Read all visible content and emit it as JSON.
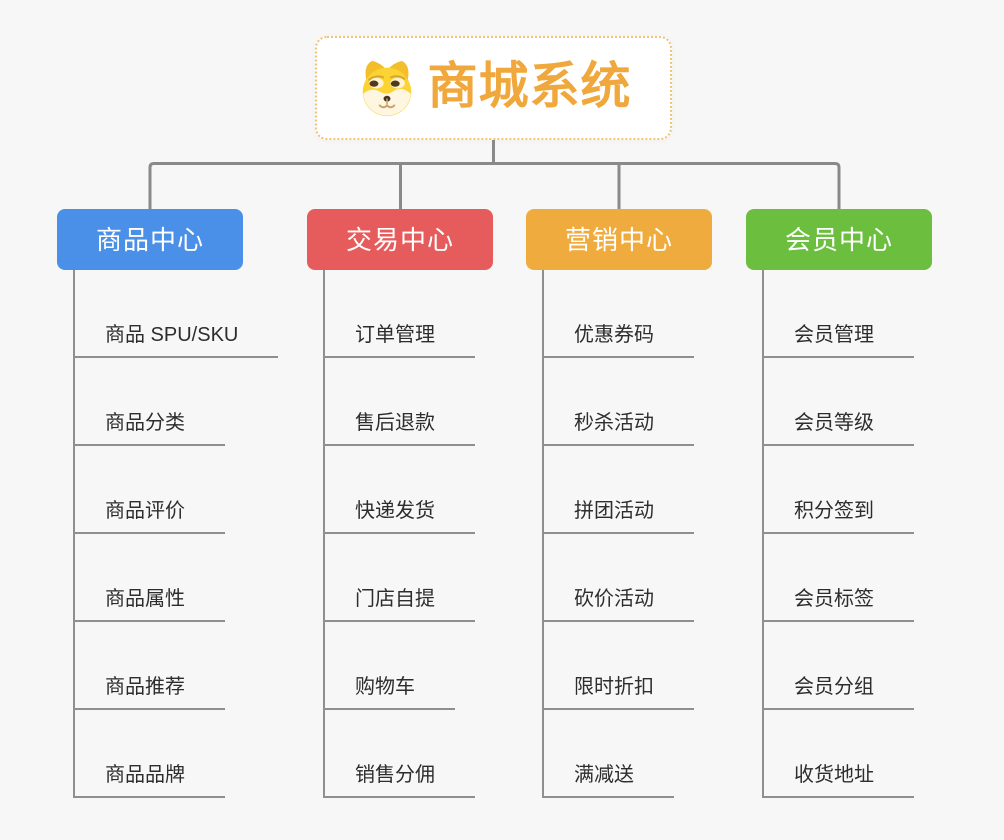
{
  "theme": {
    "bg_color": "#f7f7f7",
    "connector_color": "#8a8a8a",
    "line_color": "#8f8f8f",
    "leaf_text_color": "#2d2d2d",
    "branch_text_color": "#ffffff",
    "root_bg": "#ffffff",
    "root_border_color": "#f2c179",
    "root_title_color": "#f0a73c"
  },
  "root": {
    "title": "商城系统",
    "icon": "doge-icon"
  },
  "branches": [
    {
      "label": "商品中心",
      "color": "#4b90e8",
      "children": [
        "商品 SPU/SKU",
        "商品分类",
        "商品评价",
        "商品属性",
        "商品推荐",
        "商品品牌"
      ]
    },
    {
      "label": "交易中心",
      "color": "#e65c5c",
      "children": [
        "订单管理",
        "售后退款",
        "快递发货",
        "门店自提",
        "购物车",
        "销售分佣"
      ]
    },
    {
      "label": "营销中心",
      "color": "#efab3d",
      "children": [
        "优惠券码",
        "秒杀活动",
        "拼团活动",
        "砍价活动",
        "限时折扣",
        "满减送"
      ]
    },
    {
      "label": "会员中心",
      "color": "#6cbe3e",
      "children": [
        "会员管理",
        "会员等级",
        "积分签到",
        "会员标签",
        "会员分组",
        "收货地址"
      ]
    }
  ]
}
